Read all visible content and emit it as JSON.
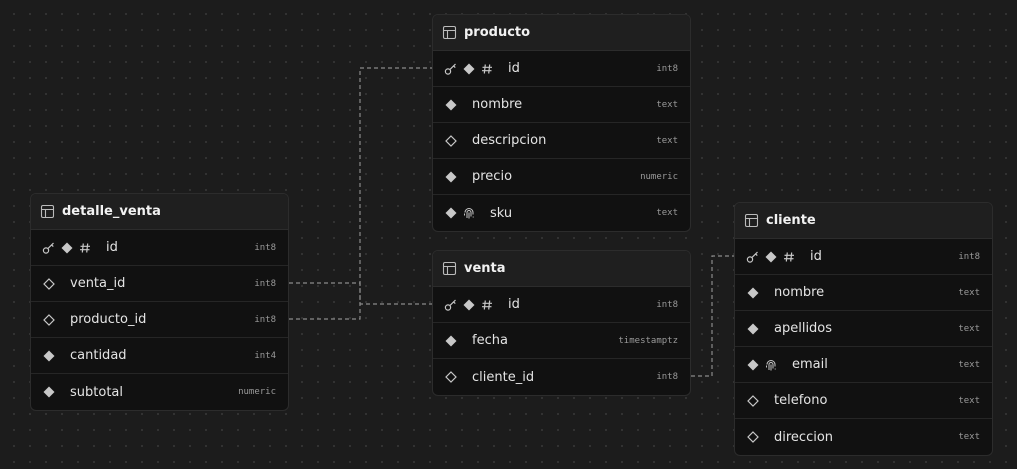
{
  "tables": {
    "producto": {
      "name": "producto",
      "columns": [
        {
          "name": "id",
          "type": "int8",
          "icons": [
            "key-icon",
            "filled-diamond-icon",
            "hash-icon"
          ]
        },
        {
          "name": "nombre",
          "type": "text",
          "icons": [
            "filled-diamond-icon"
          ]
        },
        {
          "name": "descripcion",
          "type": "text",
          "icons": [
            "outline-diamond-icon"
          ]
        },
        {
          "name": "precio",
          "type": "numeric",
          "icons": [
            "filled-diamond-icon"
          ]
        },
        {
          "name": "sku",
          "type": "text",
          "icons": [
            "filled-diamond-icon",
            "fingerprint-icon"
          ]
        }
      ]
    },
    "detalle_venta": {
      "name": "detalle_venta",
      "columns": [
        {
          "name": "id",
          "type": "int8",
          "icons": [
            "key-icon",
            "filled-diamond-icon",
            "hash-icon"
          ]
        },
        {
          "name": "venta_id",
          "type": "int8",
          "icons": [
            "outline-diamond-icon"
          ]
        },
        {
          "name": "producto_id",
          "type": "int8",
          "icons": [
            "outline-diamond-icon"
          ]
        },
        {
          "name": "cantidad",
          "type": "int4",
          "icons": [
            "filled-diamond-icon"
          ]
        },
        {
          "name": "subtotal",
          "type": "numeric",
          "icons": [
            "filled-diamond-icon"
          ]
        }
      ]
    },
    "venta": {
      "name": "venta",
      "columns": [
        {
          "name": "id",
          "type": "int8",
          "icons": [
            "key-icon",
            "filled-diamond-icon",
            "hash-icon"
          ]
        },
        {
          "name": "fecha",
          "type": "timestamptz",
          "icons": [
            "filled-diamond-icon"
          ]
        },
        {
          "name": "cliente_id",
          "type": "int8",
          "icons": [
            "outline-diamond-icon"
          ]
        }
      ]
    },
    "cliente": {
      "name": "cliente",
      "columns": [
        {
          "name": "id",
          "type": "int8",
          "icons": [
            "key-icon",
            "filled-diamond-icon",
            "hash-icon"
          ]
        },
        {
          "name": "nombre",
          "type": "text",
          "icons": [
            "filled-diamond-icon"
          ]
        },
        {
          "name": "apellidos",
          "type": "text",
          "icons": [
            "filled-diamond-icon"
          ]
        },
        {
          "name": "email",
          "type": "text",
          "icons": [
            "filled-diamond-icon",
            "fingerprint-icon"
          ]
        },
        {
          "name": "telefono",
          "type": "text",
          "icons": [
            "outline-diamond-icon"
          ]
        },
        {
          "name": "direccion",
          "type": "text",
          "icons": [
            "outline-diamond-icon"
          ]
        }
      ]
    }
  },
  "relations": [
    {
      "from": "detalle_venta.venta_id",
      "to": "venta.id"
    },
    {
      "from": "detalle_venta.producto_id",
      "to": "producto.id"
    },
    {
      "from": "venta.cliente_id",
      "to": "cliente.id"
    }
  ],
  "colors": {
    "canvas": "#1c1c1c",
    "table_body": "#111111",
    "table_header": "#1f1f1f",
    "connector": "#8a8a8a"
  }
}
